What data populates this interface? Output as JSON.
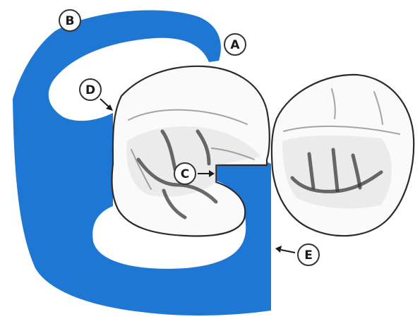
{
  "colors": {
    "partial_denture_framework": "#1f77d4",
    "tooth_outline": "#2b2b2b",
    "background": "#ffffff"
  },
  "callouts": [
    {
      "id": "A",
      "label": "A"
    },
    {
      "id": "B",
      "label": "B"
    },
    {
      "id": "C",
      "label": "C"
    },
    {
      "id": "D",
      "label": "D"
    },
    {
      "id": "E",
      "label": "E"
    }
  ]
}
